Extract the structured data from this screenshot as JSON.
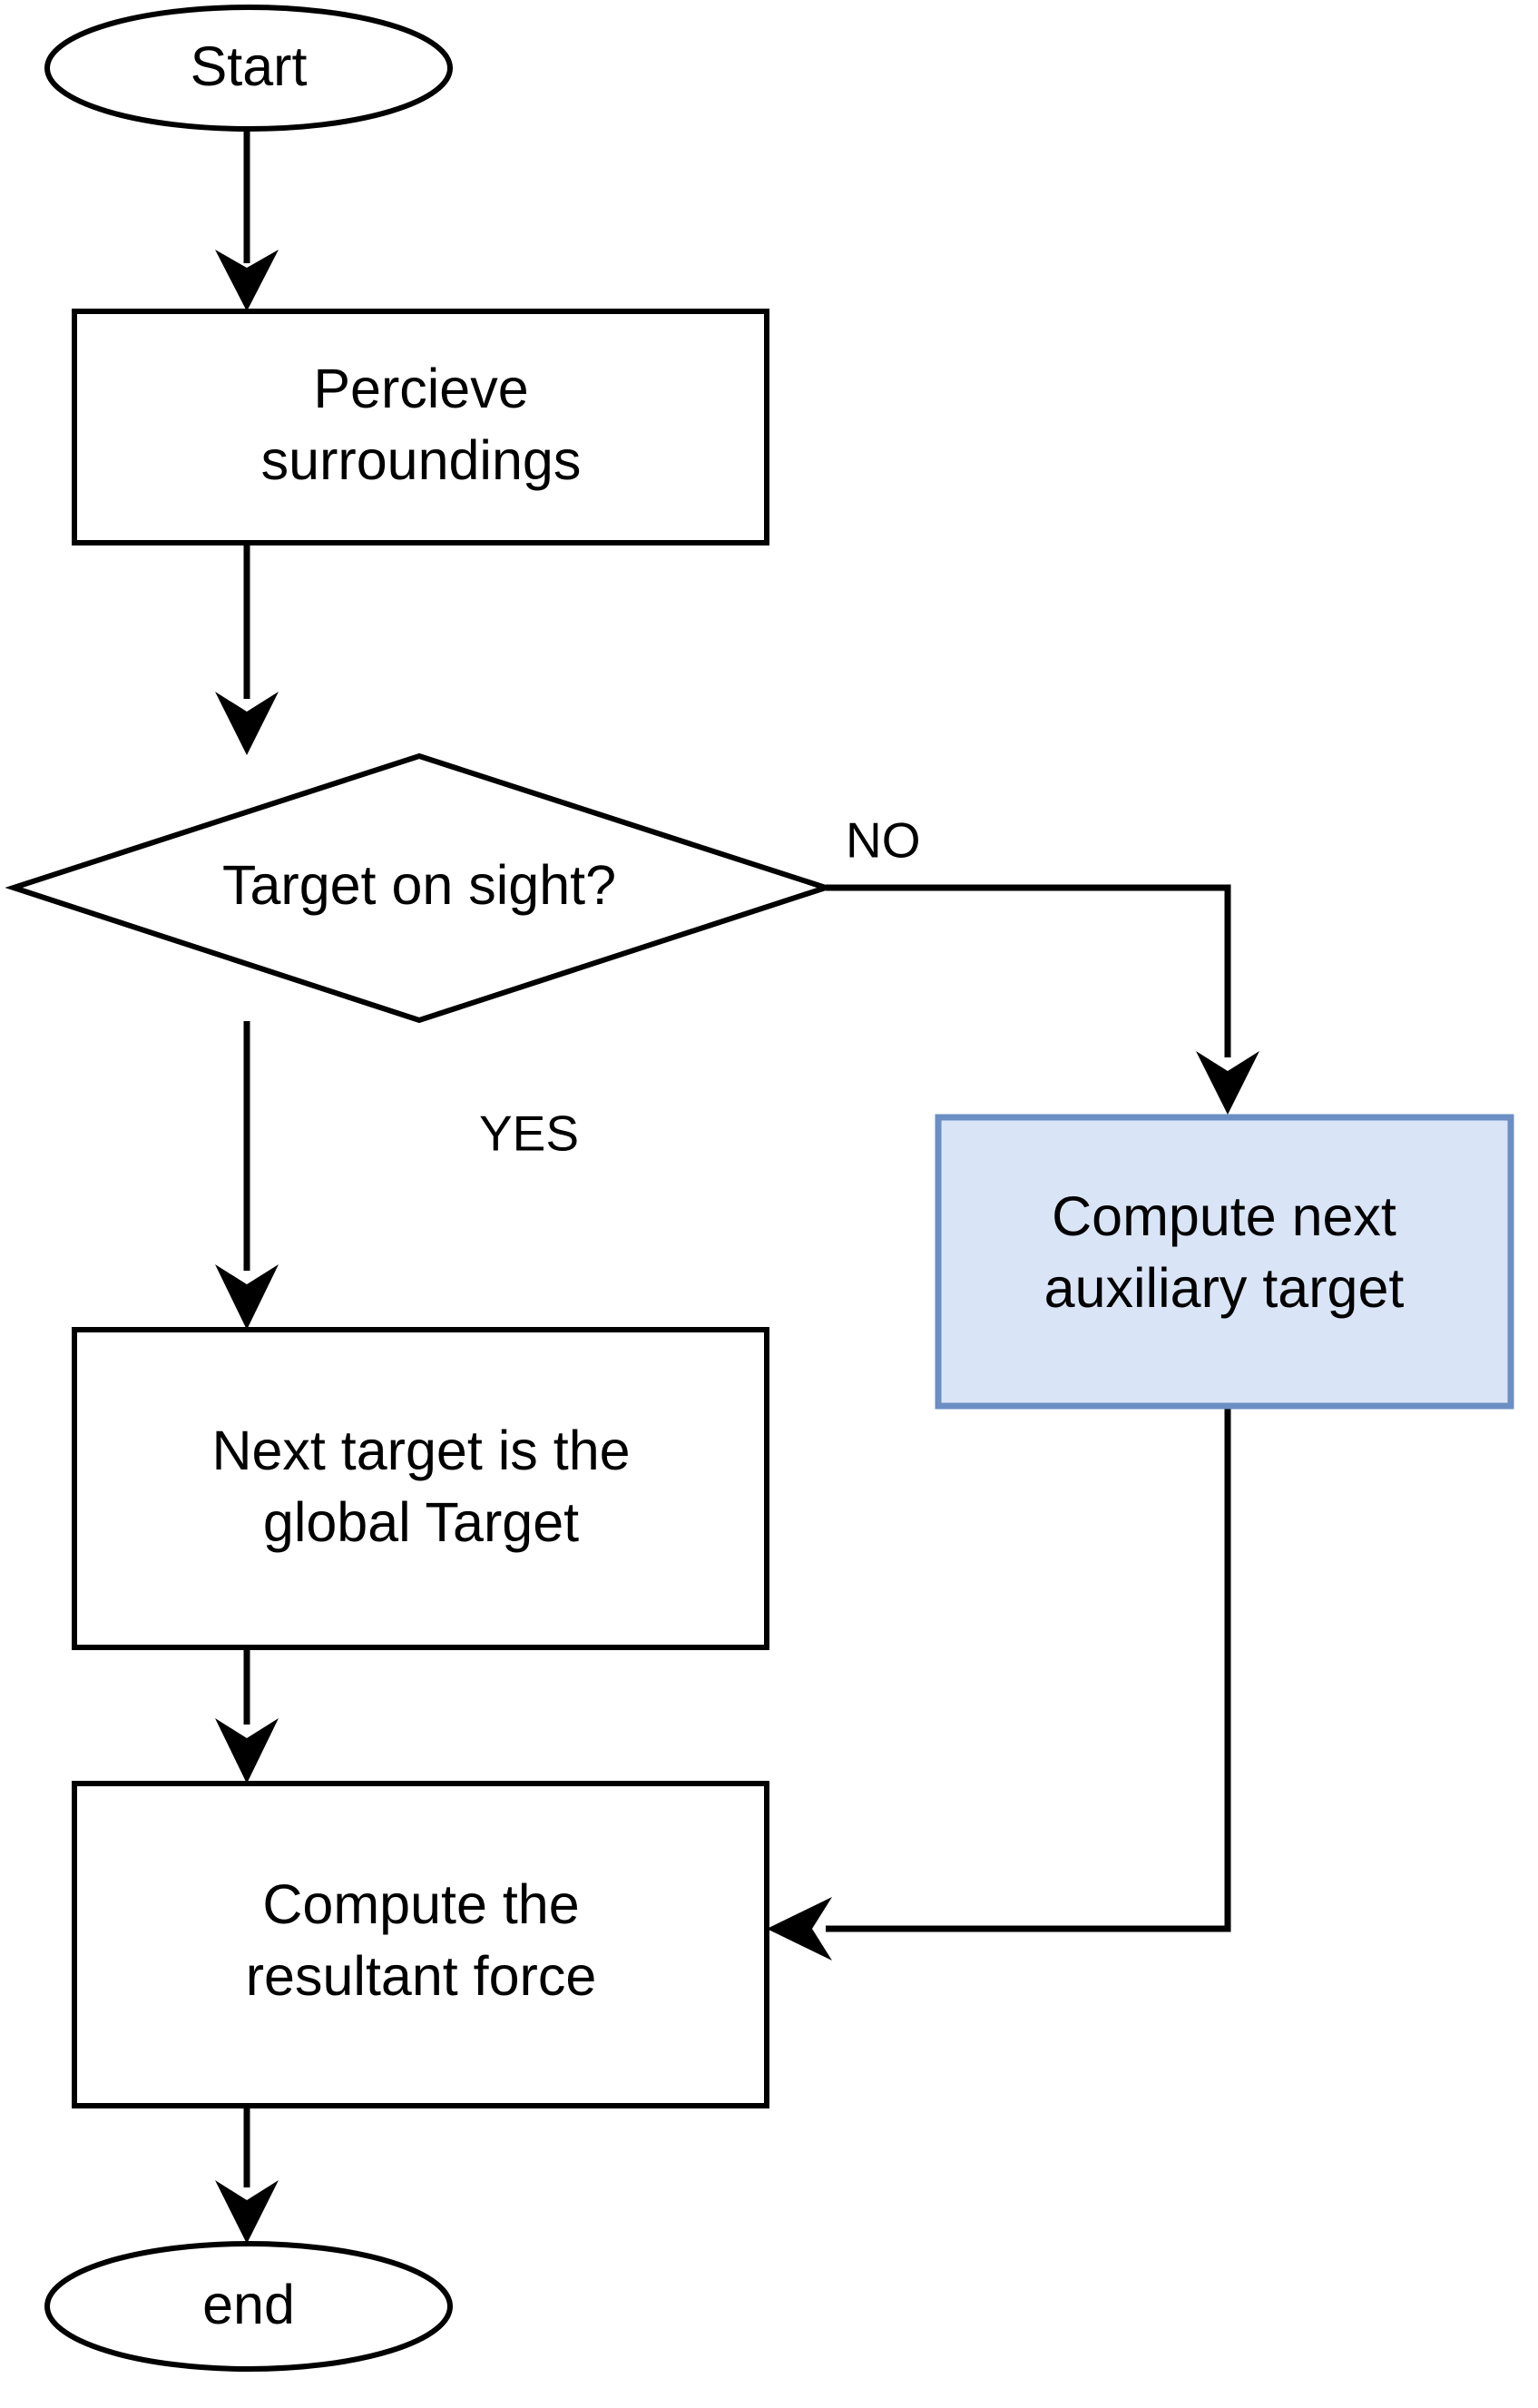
{
  "diagram": {
    "type": "flowchart",
    "title": "",
    "background_color": "#ffffff",
    "default_node_fill": "#ffffff",
    "default_node_stroke": "#000000",
    "accent_node_fill": "#d9e5f7",
    "accent_node_stroke": "#6b8ec4",
    "nodes": {
      "start": {
        "label": "Start",
        "shape": "ellipse"
      },
      "perceive": {
        "line1": "Percieve",
        "line2": "surroundings",
        "shape": "rectangle"
      },
      "decision": {
        "label": "Target on sight?",
        "shape": "diamond"
      },
      "auxiliary": {
        "line1": "Compute next",
        "line2": "auxiliary target",
        "shape": "rectangle",
        "highlight": true
      },
      "global_target": {
        "line1": "Next target is the",
        "line2": "global Target",
        "shape": "rectangle"
      },
      "resultant": {
        "line1": "Compute the",
        "line2": "resultant force",
        "shape": "rectangle"
      },
      "end": {
        "label": "end",
        "shape": "ellipse"
      }
    },
    "edges": {
      "start_to_perceive": {
        "label": ""
      },
      "perceive_to_decision": {
        "label": ""
      },
      "decision_no": {
        "label": "NO"
      },
      "decision_yes": {
        "label": "YES"
      },
      "auxiliary_to_resultant": {
        "label": ""
      },
      "global_to_resultant": {
        "label": ""
      },
      "resultant_to_end": {
        "label": ""
      }
    }
  }
}
